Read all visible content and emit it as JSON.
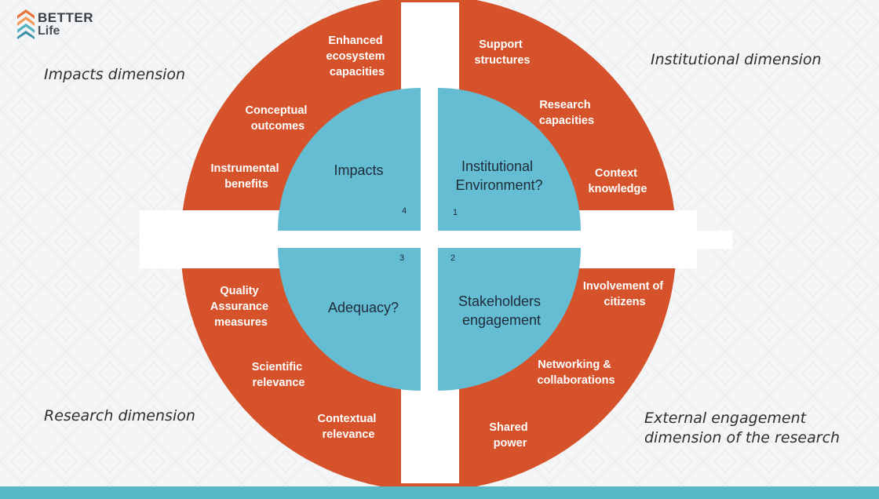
{
  "logo": {
    "line1": "BETTER",
    "line2": "Life"
  },
  "dimensions": {
    "top_left": "Impacts dimension",
    "top_right": "Institutional dimension",
    "bottom_left": "Research dimension",
    "bottom_right": "External engagement dimension of the research"
  },
  "quadrants": {
    "impacts": {
      "title": "Impacts",
      "number": "4",
      "outer_items": [
        [
          "Enhanced",
          "ecosystem",
          "capacities"
        ],
        [
          "Conceptual",
          "outcomes"
        ],
        [
          "Instrumental",
          "benefits"
        ]
      ]
    },
    "institutional": {
      "title": [
        "Institutional",
        "Environment?"
      ],
      "number": "1",
      "outer_items": [
        [
          "Support",
          "structures"
        ],
        [
          "Research",
          "capacities"
        ],
        [
          "Context",
          "knowledge"
        ]
      ]
    },
    "stakeholders": {
      "title": [
        "Stakeholders",
        "engagement"
      ],
      "number": "2",
      "outer_items": [
        [
          "Involvement of",
          "citizens"
        ],
        [
          "Networking &",
          "collaborations"
        ],
        [
          "Shared",
          "power"
        ]
      ]
    },
    "adequacy": {
      "title": "Adequacy?",
      "number": "3",
      "outer_items": [
        [
          "Quality",
          "Assurance",
          "measures"
        ],
        [
          "Scientific",
          "relevance"
        ],
        [
          "Contextual",
          "relevance"
        ]
      ]
    }
  },
  "colors": {
    "outer_ring": "#d5522a",
    "inner_circle": "#65bdd3",
    "background": "#f4f5f6",
    "bottom_bar": "#58b9c5",
    "logo_orange": "#e8743b",
    "logo_teal": "#4fb3c0"
  }
}
